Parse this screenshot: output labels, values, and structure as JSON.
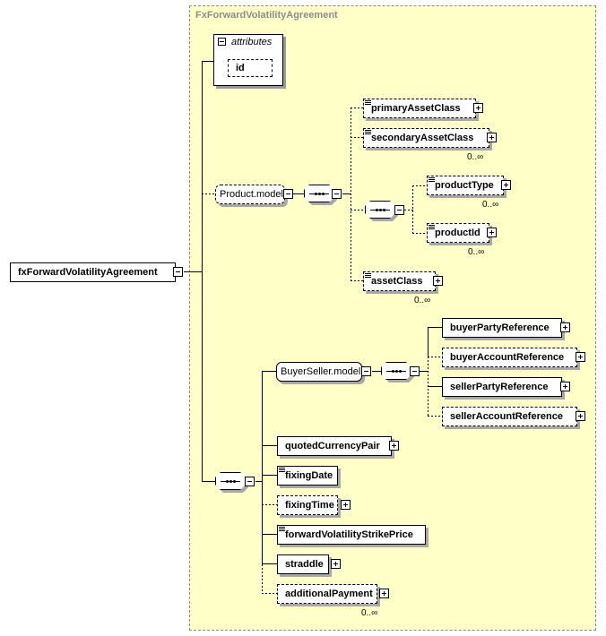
{
  "diagram": {
    "complex_type_title": "FxForwardVolatilityAgreement",
    "root_element": "fxForwardVolatilityAgreement",
    "attributes_group": {
      "title": "attributes",
      "items": [
        "id"
      ]
    },
    "product_model": {
      "label": "Product.model",
      "elements": {
        "primaryAssetClass": "primaryAssetClass",
        "secondaryAssetClass": "secondaryAssetClass",
        "productType": "productType",
        "productId": "productId",
        "assetClass": "assetClass"
      }
    },
    "buyer_seller_model": {
      "label": "BuyerSeller.model",
      "elements": {
        "buyerPartyReference": "buyerPartyReference",
        "buyerAccountReference": "buyerAccountReference",
        "sellerPartyReference": "sellerPartyReference",
        "sellerAccountReference": "sellerAccountReference"
      }
    },
    "elements": {
      "quotedCurrencyPair": "quotedCurrencyPair",
      "fixingDate": "fixingDate",
      "fixingTime": "fixingTime",
      "forwardVolatilityStrikePrice": "forwardVolatilityStrikePrice",
      "straddle": "straddle",
      "additionalPayment": "additionalPayment"
    },
    "cardinality": {
      "unbounded": "0..∞"
    }
  }
}
